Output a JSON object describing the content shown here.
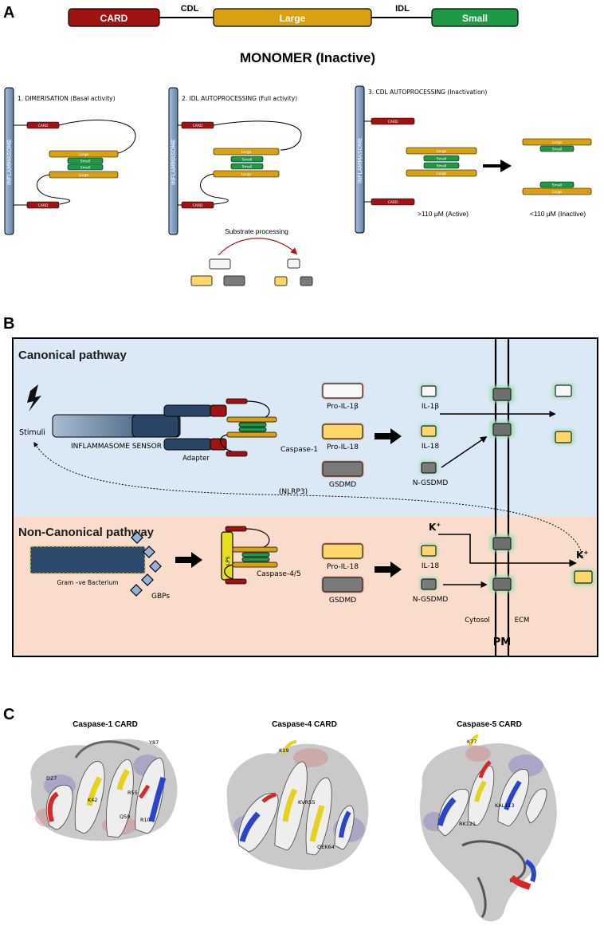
{
  "panelA": {
    "letter": "A",
    "domains": {
      "card": "CARD",
      "cdl": "CDL",
      "large": "Large",
      "idl": "IDL",
      "small": "Small"
    },
    "title": "MONOMER (Inactive)",
    "step1": "1. DIMERISATION (Basal activity)",
    "step2": "2. IDL AUTOPROCESSING (Full activity)",
    "step3": "3. CDL AUTOPROCESSING (Inactivation)",
    "inflammasome": "INFLAMMASOME",
    "box_card": "CARD",
    "box_large": "Large",
    "box_small": "Small",
    "substrate": "Substrate processing",
    "active": ">110 μM (Active)",
    "inactive": "<110 μM (Inactive)"
  },
  "panelB": {
    "letter": "B",
    "canonical_title": "Canonical pathway",
    "noncanonical_title": "Non-Canonical pathway",
    "stimuli": "Stimuli",
    "sensor": "INFLAMMASOME SENSOR",
    "adapter": "Adapter",
    "caspase1": "Caspase-1",
    "pro_il1b": "Pro-IL-1β",
    "pro_il18": "Pro-IL-18",
    "gsdmd": "GSDMD",
    "il1b": "IL-1β",
    "il18": "IL-18",
    "ngsdmd": "N-GSDMD",
    "nlrp3": "(NLRP3)",
    "bacterium": "Gram –ve Bacterium",
    "gbps": "GBPs",
    "lps": "LPS",
    "caspase45": "Caspase-4/5",
    "k_ion": "K",
    "k_sup": "+",
    "cytosol": "Cytosol",
    "ecm": "ECM",
    "pm": "PM"
  },
  "panelC": {
    "letter": "C",
    "casp1_title": "Caspase-1 CARD",
    "casp4_title": "Caspase-4 CARD",
    "casp5_title": "Caspase-5 CARD",
    "casp1_labels": [
      "Y87",
      "D27",
      "K42",
      "R55",
      "Q59",
      "R10"
    ],
    "casp4_labels": [
      "K19",
      "KVR55",
      "QEK64"
    ],
    "casp5_labels": [
      "K77",
      "KAL113",
      "RK121"
    ]
  },
  "colors": {
    "card": "#a11212",
    "large": "#d9a012",
    "small": "#1e9a46",
    "inflammasome": "#6f8fb4",
    "canonical_bg": "#dbe8f5",
    "noncanonical_bg": "#f9dccc",
    "sensor": "#2e4a6b"
  }
}
